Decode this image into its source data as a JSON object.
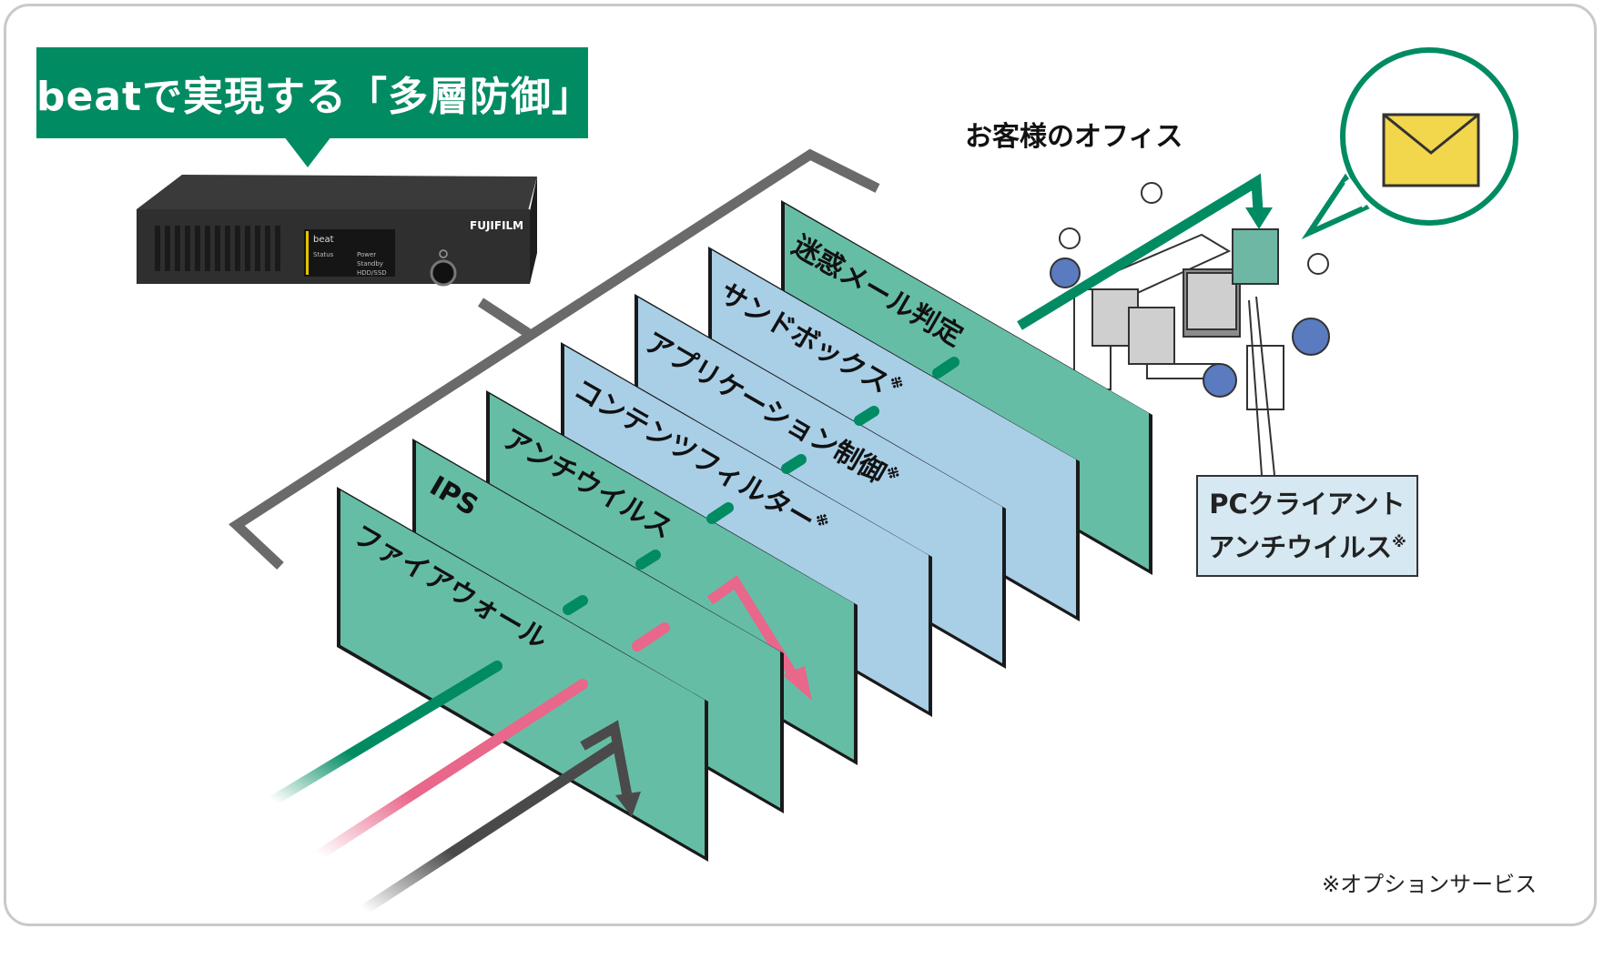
{
  "title": "beatで実現する「多層防御」",
  "device": {
    "brand": "FUJIFILM",
    "model": "beat",
    "status_label": "Status",
    "indicators": [
      "Power",
      "Standby",
      "HDD/SSD"
    ]
  },
  "office_label": "お客様のオフィス",
  "layers": [
    {
      "label": "ファイアウォール",
      "option": false
    },
    {
      "label": "IPS",
      "option": false
    },
    {
      "label": "アンチウイルス",
      "option": false
    },
    {
      "label": "コンテンツフィルター",
      "option": true
    },
    {
      "label": "アプリケーション制御",
      "option": true
    },
    {
      "label": "サンドボックス",
      "option": true
    },
    {
      "label": "迷惑メール判定",
      "option": false
    }
  ],
  "option_mark": "※",
  "pc_client": {
    "line1": "PCクライアント",
    "line2": "アンチウイルス"
  },
  "footnote": "※オプションサービス",
  "colors": {
    "accent": "#008b62",
    "panel_green": "#66bda6",
    "panel_blue": "#a9cfe7",
    "threat_pink": "#e8678a",
    "threat_gray": "#4a4a4a",
    "mail": "#f2d64b"
  }
}
